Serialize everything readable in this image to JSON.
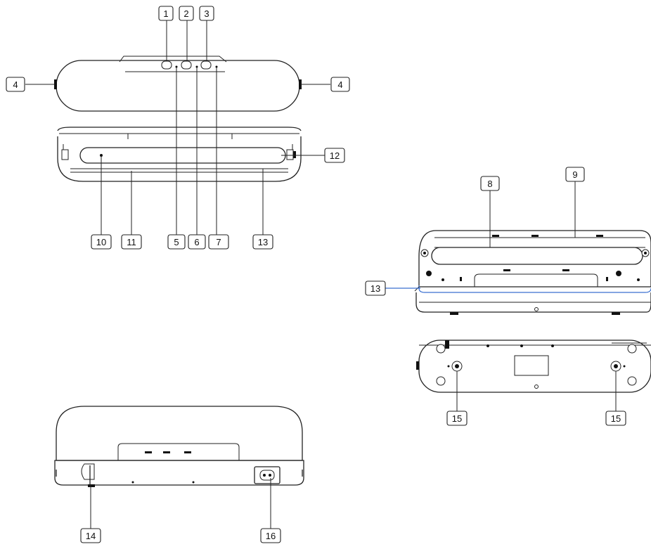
{
  "callouts": [
    {
      "id": "c1",
      "label": "1"
    },
    {
      "id": "c2",
      "label": "2"
    },
    {
      "id": "c3",
      "label": "3"
    },
    {
      "id": "c4a",
      "label": "4"
    },
    {
      "id": "c4b",
      "label": "4"
    },
    {
      "id": "c5",
      "label": "5"
    },
    {
      "id": "c6",
      "label": "6"
    },
    {
      "id": "c7",
      "label": "7"
    },
    {
      "id": "c8",
      "label": "8"
    },
    {
      "id": "c9",
      "label": "9"
    },
    {
      "id": "c10",
      "label": "10"
    },
    {
      "id": "c11",
      "label": "11"
    },
    {
      "id": "c12",
      "label": "12"
    },
    {
      "id": "c13a",
      "label": "13"
    },
    {
      "id": "c13b",
      "label": "13"
    },
    {
      "id": "c14",
      "label": "14"
    },
    {
      "id": "c15a",
      "label": "15"
    },
    {
      "id": "c15b",
      "label": "15"
    },
    {
      "id": "c16",
      "label": "16"
    }
  ],
  "colors": {
    "line": "#222222",
    "highlight": "#3a6fd0",
    "background": "#ffffff"
  }
}
